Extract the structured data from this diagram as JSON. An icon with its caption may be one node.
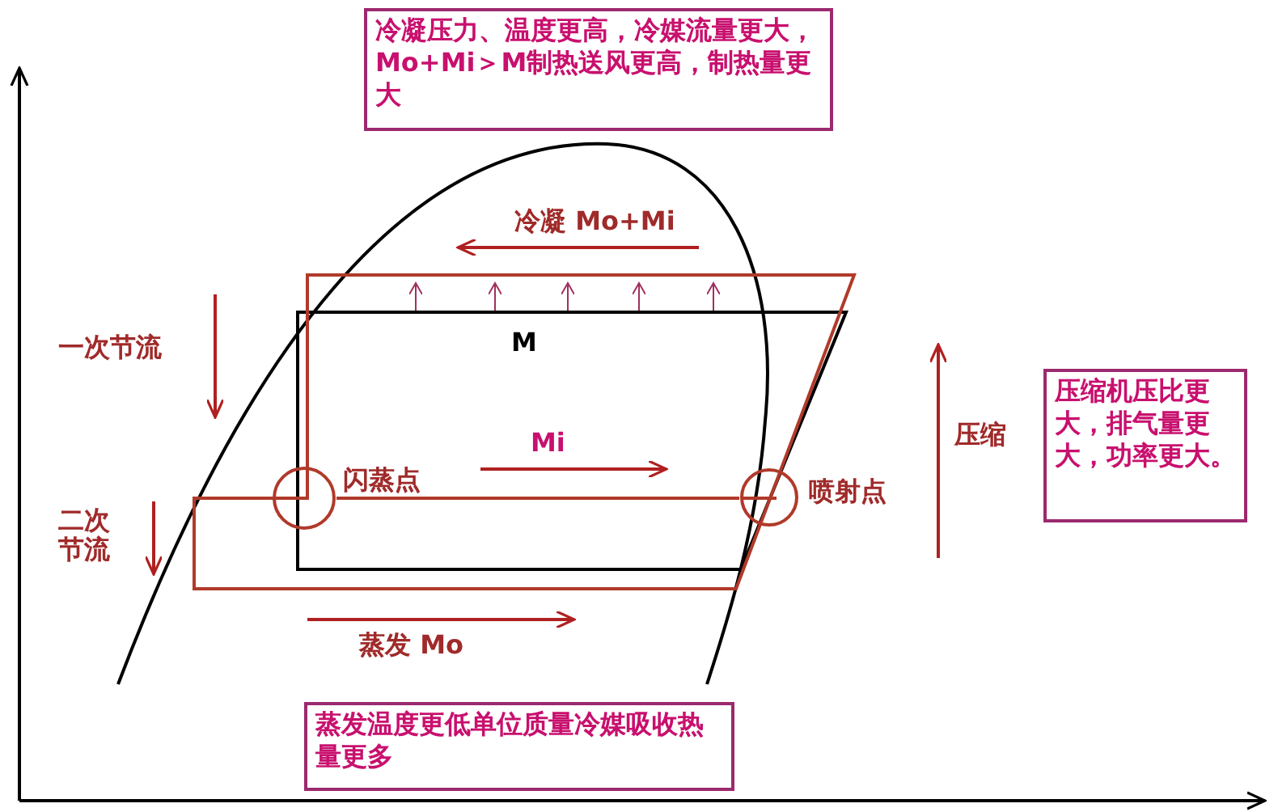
{
  "diagram": {
    "nodes": [
      {
        "text": [
          "冷凝压力、温度更高，冷媒流量更大，Mo+Mi＞M制热送风更高，制热量更大"
        ]
      },
      {
        "text": [
          "压缩机压比更大，排气量更大，功率更大。"
        ]
      },
      {
        "text": [
          "蒸发温度更低单位质量冷媒吸收热量更多"
        ]
      },
      {
        "text": [],
        "shape": "circle",
        "beside": [
          "闪蒸点"
        ]
      },
      {
        "text": [],
        "shape": "circle",
        "beside": [
          "喷射点"
        ]
      }
    ],
    "edges": [
      {
        "from": 3,
        "to": 4,
        "arrow": "none"
      }
    ],
    "labels": [
      "冷凝 Mo+Mi",
      "M",
      "一次节流",
      "Mi",
      "二次节流",
      "压缩",
      "蒸发 Mo"
    ]
  }
}
